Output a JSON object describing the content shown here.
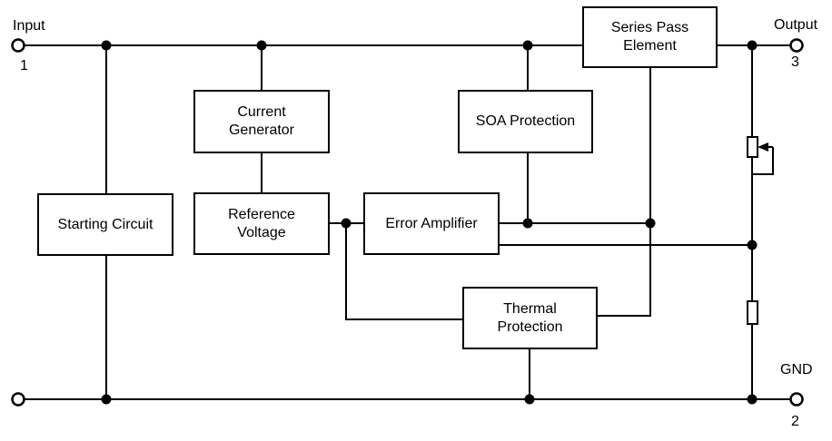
{
  "colors": {
    "line": "#000000",
    "background": "#ffffff",
    "text": "#000000"
  },
  "blocks": {
    "series_pass": {
      "label": [
        "Series Pass",
        "Element"
      ]
    },
    "current_generator": {
      "label": [
        "Current",
        "Generator"
      ]
    },
    "soa_protection": {
      "label": [
        "SOA Protection"
      ]
    },
    "starting_circuit": {
      "label": [
        "Starting Circuit"
      ]
    },
    "reference_voltage": {
      "label": [
        "Reference",
        "Voltage"
      ]
    },
    "error_amplifier": {
      "label": [
        "Error Amplifier"
      ]
    },
    "thermal_protection": {
      "label": [
        "Thermal",
        "Protection"
      ]
    }
  },
  "terminals": {
    "input": {
      "label": "Input",
      "pin": "1"
    },
    "output": {
      "label": "Output",
      "pin": "3"
    },
    "ground": {
      "label": "GND",
      "pin": "2"
    }
  },
  "symbols": {
    "junction_dot": "filled-circle",
    "terminal": "open-circle",
    "potentiometer": "rect-with-wiper-arrow",
    "resistor": "rect"
  }
}
